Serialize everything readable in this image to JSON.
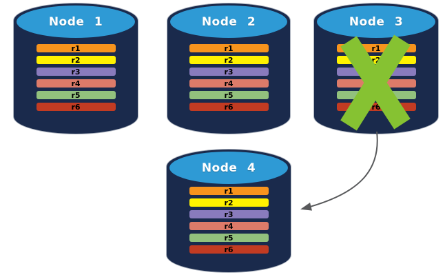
{
  "colors": {
    "background": "#FFFFFF",
    "cylinder_body": "#1A2A4C",
    "cylinder_top": "#2E9AD5",
    "cylinder_outline": "#ACB3BE",
    "title_text": "#FFFFFF",
    "row_text": "#000000",
    "failure_x": "#86C232",
    "arrow": "#58595B"
  },
  "nodes": [
    {
      "title": "Node 1",
      "failed": false,
      "rows": [
        {
          "label": "r1",
          "color": "#F7941D"
        },
        {
          "label": "r2",
          "color": "#FFF200"
        },
        {
          "label": "r3",
          "color": "#897BBD"
        },
        {
          "label": "r4",
          "color": "#DD7B69"
        },
        {
          "label": "r5",
          "color": "#92C17D"
        },
        {
          "label": "r6",
          "color": "#C23B22"
        }
      ]
    },
    {
      "title": "Node 2",
      "failed": false,
      "rows": [
        {
          "label": "r1",
          "color": "#F7941D"
        },
        {
          "label": "r2",
          "color": "#FFF200"
        },
        {
          "label": "r3",
          "color": "#897BBD"
        },
        {
          "label": "r4",
          "color": "#DD7B69"
        },
        {
          "label": "r5",
          "color": "#92C17D"
        },
        {
          "label": "r6",
          "color": "#C23B22"
        }
      ]
    },
    {
      "title": "Node 3",
      "failed": true,
      "rows": [
        {
          "label": "r1",
          "color": "#F7941D"
        },
        {
          "label": "r2",
          "color": "#FFF200"
        },
        {
          "label": "r3",
          "color": "#897BBD"
        },
        {
          "label": "r4",
          "color": "#DD7B69"
        },
        {
          "label": "r5",
          "color": "#92C17D"
        },
        {
          "label": "r6",
          "color": "#C23B22"
        }
      ]
    },
    {
      "title": "Node 4",
      "failed": false,
      "rows": [
        {
          "label": "r1",
          "color": "#F7941D"
        },
        {
          "label": "r2",
          "color": "#FFF200"
        },
        {
          "label": "r3",
          "color": "#897BBD"
        },
        {
          "label": "r4",
          "color": "#DD7B69"
        },
        {
          "label": "r5",
          "color": "#92C17D"
        },
        {
          "label": "r6",
          "color": "#C23B22"
        }
      ]
    }
  ],
  "arrow": {
    "from": "Node 3",
    "to": "Node 4"
  }
}
